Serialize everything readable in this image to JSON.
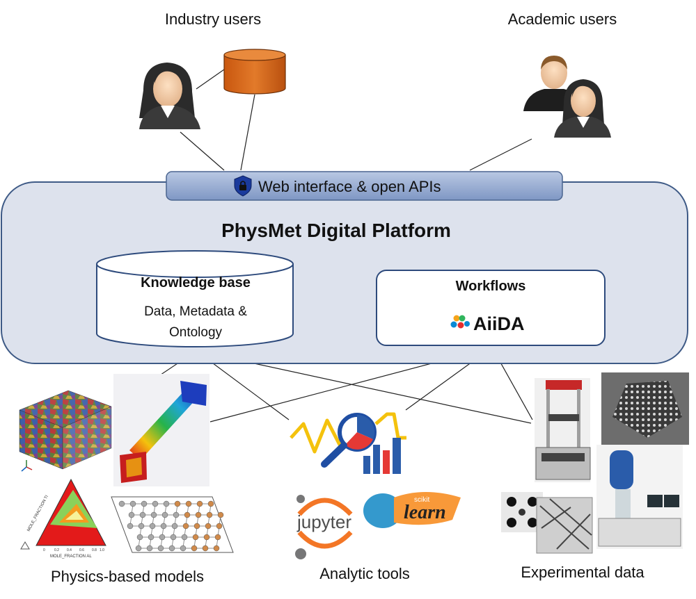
{
  "users": {
    "industry": "Industry users",
    "academic": "Academic users"
  },
  "api_bar": "Web interface & open APIs",
  "platform": {
    "title": "PhysMet Digital Platform",
    "knowledge_base": {
      "title": "Knowledge base",
      "line1": "Data, Metadata &",
      "line2": "Ontology"
    },
    "workflows": {
      "title": "Workflows",
      "tool": "AiiDA"
    }
  },
  "bottom": {
    "physics": "Physics-based models",
    "analytic": "Analytic tools",
    "experimental": "Experimental data"
  },
  "analytic_logos": {
    "jupyter": "jupyter",
    "scikit_small": "scikit",
    "scikit_big": "learn"
  },
  "phase_diagram": {
    "y_axis": "MOLE_FRACTION TI",
    "x_axis": "MOLE_FRACTION AL",
    "ticks": [
      "0",
      "0.2",
      "0.4",
      "0.6",
      "0.8",
      "1.0"
    ]
  },
  "colors": {
    "platform_fill": "#dde2ed",
    "platform_stroke": "#3e5a86",
    "api_bar": "#8fa6cf",
    "database_orange": "#d9681a",
    "jupyter_orange": "#f37626",
    "scikit_blue": "#3499cd",
    "scikit_orange": "#f89939",
    "chart_yellow": "#f4c20d",
    "chart_blue": "#2a5caa"
  }
}
